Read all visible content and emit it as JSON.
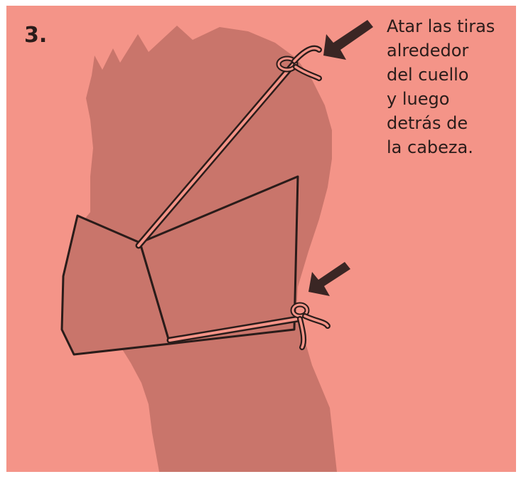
{
  "step": {
    "number": "3."
  },
  "instruction": {
    "lines": [
      "Atar las tiras",
      "alrededor",
      "del cuello",
      "y luego",
      "detrás de",
      "la cabeza."
    ]
  },
  "colors": {
    "background": "#f49488",
    "silhouette": "#c9756b",
    "outline": "#2a1c1a"
  },
  "icons": [
    "top-tie-arrow-icon",
    "neck-tie-arrow-icon"
  ]
}
